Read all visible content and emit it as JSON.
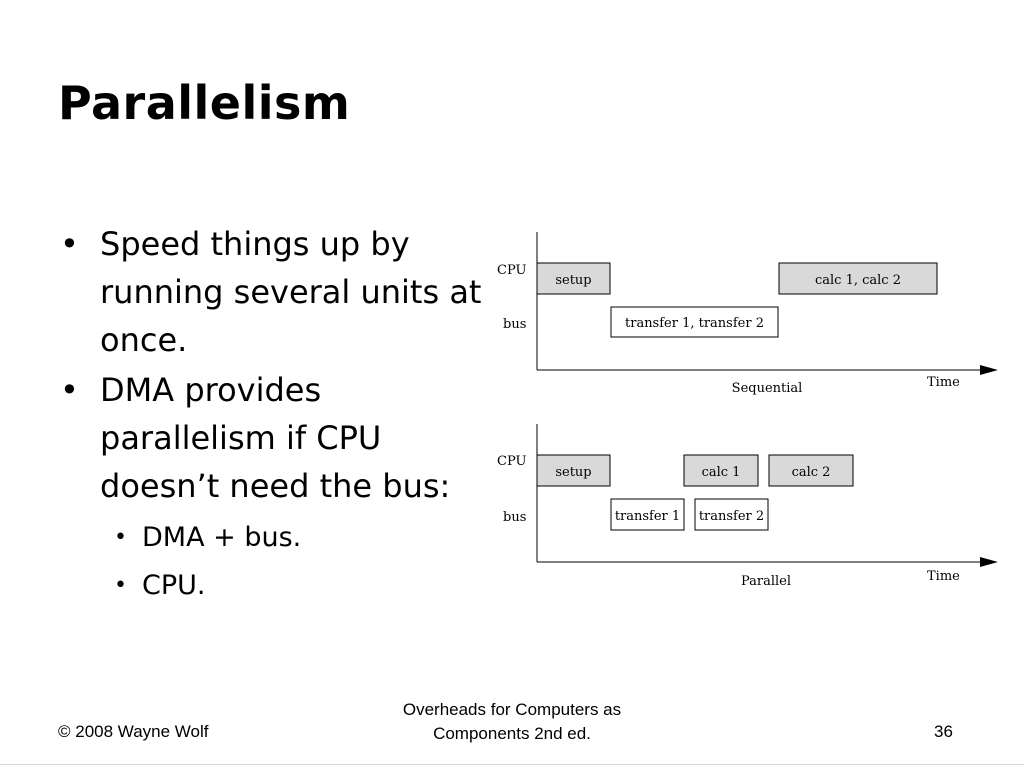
{
  "slide": {
    "title": "Parallelism",
    "bullets": [
      {
        "text": "Speed things up by running several units at once.",
        "sub": []
      },
      {
        "text": "DMA provides parallelism if CPU doesn’t need the bus:",
        "sub": [
          "DMA + bus.",
          "CPU."
        ]
      }
    ]
  },
  "diagram": {
    "colors": {
      "filled_box": "#d9d9d9",
      "outline_box": "#ffffff",
      "line": "#000000"
    },
    "sequential": {
      "caption": "Sequential",
      "time_label": "Time",
      "rows": {
        "cpu": "CPU",
        "bus": "bus"
      },
      "blocks": {
        "setup": "setup",
        "calc": "calc 1, calc 2",
        "transfer": "transfer 1, transfer 2"
      }
    },
    "parallel": {
      "caption": "Parallel",
      "time_label": "Time",
      "rows": {
        "cpu": "CPU",
        "bus": "bus"
      },
      "blocks": {
        "setup": "setup",
        "calc1": "calc 1",
        "calc2": "calc 2",
        "transfer1": "transfer 1",
        "transfer2": "transfer 2"
      }
    }
  },
  "footer": {
    "copyright": "© 2008 Wayne Wolf",
    "course_line1": "Overheads for Computers as",
    "course_line2": "Components 2nd ed.",
    "page_number": "36"
  }
}
